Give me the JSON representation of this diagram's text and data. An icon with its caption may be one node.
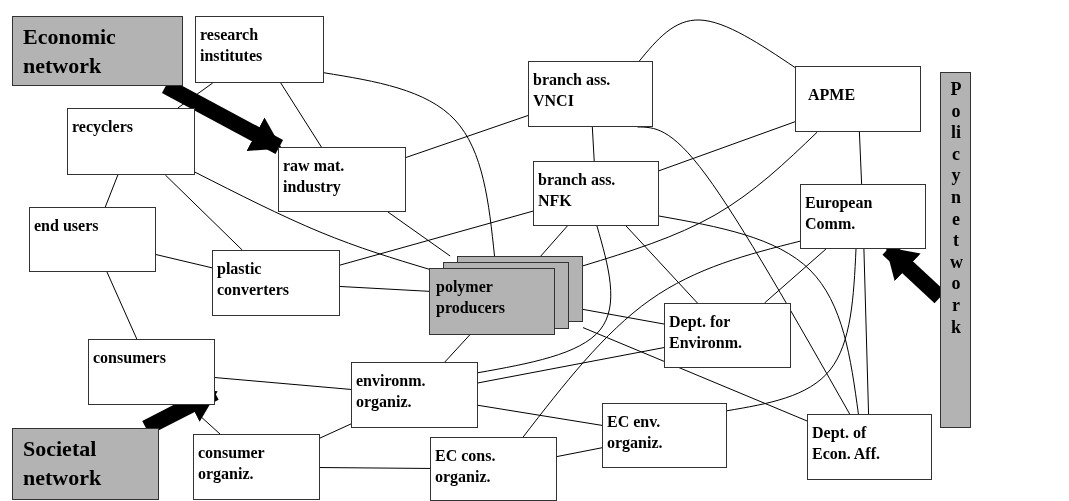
{
  "diagram": {
    "nodes": [
      {
        "text": [
          "Economic network"
        ]
      },
      {
        "text": [
          "research institutes"
        ]
      },
      {
        "text": [
          "recyclers"
        ]
      },
      {
        "text": [
          "raw mat. industry"
        ]
      },
      {
        "text": [
          "branch ass. VNCI"
        ]
      },
      {
        "text": [
          "APME"
        ]
      },
      {
        "text": [
          "Policy network"
        ]
      },
      {
        "text": [
          "branch ass. NFK"
        ]
      },
      {
        "text": [
          "European Comm."
        ]
      },
      {
        "text": [
          "end users"
        ]
      },
      {
        "text": [
          "plastic converters"
        ]
      },
      {
        "text": [
          "polymer producers"
        ]
      },
      {
        "text": [
          "Dept. for Environm."
        ]
      },
      {
        "text": [
          "consumers"
        ]
      },
      {
        "text": [
          "environm. organiz."
        ]
      },
      {
        "text": [
          "Societal network"
        ]
      },
      {
        "text": [
          "consumer organiz."
        ]
      },
      {
        "text": [
          "EC cons. organiz."
        ]
      },
      {
        "text": [
          "EC env. organiz."
        ]
      },
      {
        "text": [
          "Dept. of Econ. Aff."
        ]
      }
    ],
    "edges": [
      {
        "from": 1,
        "to": 2,
        "arrow": "none"
      },
      {
        "from": 1,
        "to": 3,
        "arrow": "none"
      },
      {
        "from": 1,
        "to": 11,
        "arrow": "none"
      },
      {
        "from": 3,
        "to": 4,
        "arrow": "none"
      },
      {
        "from": 3,
        "to": 11,
        "arrow": "none"
      },
      {
        "from": 2,
        "to": 9,
        "arrow": "none"
      },
      {
        "from": 2,
        "to": 10,
        "arrow": "none"
      },
      {
        "from": 2,
        "to": 11,
        "arrow": "none"
      },
      {
        "from": 9,
        "to": 10,
        "arrow": "none"
      },
      {
        "from": 9,
        "to": 13,
        "arrow": "none"
      },
      {
        "from": 10,
        "to": 7,
        "arrow": "none"
      },
      {
        "from": 10,
        "to": 11,
        "arrow": "none"
      },
      {
        "from": 4,
        "to": 7,
        "arrow": "none"
      },
      {
        "from": 4,
        "to": 5,
        "arrow": "none"
      },
      {
        "from": 4,
        "to": 19,
        "arrow": "none"
      },
      {
        "from": 7,
        "to": 5,
        "arrow": "none"
      },
      {
        "from": 7,
        "to": 11,
        "arrow": "none"
      },
      {
        "from": 7,
        "to": 12,
        "arrow": "none"
      },
      {
        "from": 7,
        "to": 19,
        "arrow": "none"
      },
      {
        "from": 7,
        "to": 14,
        "arrow": "none"
      },
      {
        "from": 5,
        "to": 11,
        "arrow": "none"
      },
      {
        "from": 5,
        "to": 8,
        "arrow": "none"
      },
      {
        "from": 8,
        "to": 17,
        "arrow": "none"
      },
      {
        "from": 8,
        "to": 12,
        "arrow": "none"
      },
      {
        "from": 8,
        "to": 18,
        "arrow": "none"
      },
      {
        "from": 8,
        "to": 19,
        "arrow": "none"
      },
      {
        "from": 11,
        "to": 12,
        "arrow": "none"
      },
      {
        "from": 11,
        "to": 19,
        "arrow": "none"
      },
      {
        "from": 11,
        "to": 14,
        "arrow": "none"
      },
      {
        "from": 14,
        "to": 12,
        "arrow": "none"
      },
      {
        "from": 14,
        "to": 18,
        "arrow": "none"
      },
      {
        "from": 13,
        "to": 14,
        "arrow": "none"
      },
      {
        "from": 14,
        "to": 16,
        "arrow": "none"
      },
      {
        "from": 13,
        "to": 16,
        "arrow": "none"
      },
      {
        "from": 16,
        "to": 17,
        "arrow": "none"
      },
      {
        "from": 17,
        "to": 18,
        "arrow": "none"
      },
      {
        "from": 0,
        "to": 3,
        "arrow": "to",
        "style": "thick"
      },
      {
        "from": 15,
        "to": 13,
        "arrow": "to",
        "style": "thick"
      },
      {
        "from": 6,
        "to": 8,
        "arrow": "to",
        "style": "thick"
      }
    ]
  }
}
